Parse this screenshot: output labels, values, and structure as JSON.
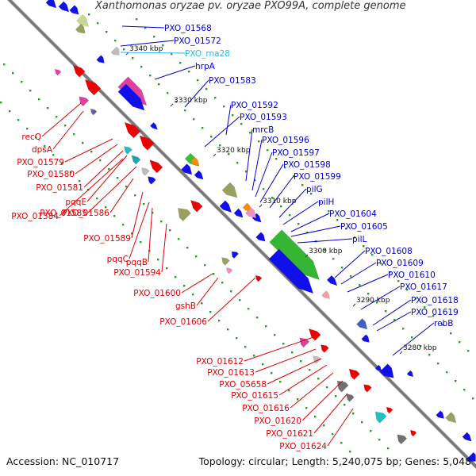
{
  "title": "Xanthomonas oryzae pv. oryzae PXO99A, complete genome",
  "accession": "Accession: NC_010717",
  "topology": "Topology: circular; Length: 5,240,075 bp; Genes: 5,048",
  "colors": {
    "backbone": "#777777",
    "right_label": "#0000cc",
    "left_label": "#e00000",
    "rna_label": "#22bbee",
    "scale_label": "#111111",
    "strand_dots": "#2a9a2a"
  },
  "scale_labels": [
    "3340 kbp",
    "3330 kbp",
    "3320 kbp",
    "3310 kbp",
    "3300 kbp",
    "3290 kbp",
    "3280 kbp"
  ],
  "right_labels": [
    "PXO_01568",
    "PXO_01572",
    "PXO_rna28",
    "hrpA",
    "PXO_01583",
    "PXO_01592",
    "PXO_01593",
    "mrcB",
    "PXO_01596",
    "PXO_01597",
    "PXO_01598",
    "PXO_01599",
    "pilG",
    "pilH",
    "PXO_01604",
    "PXO_01605",
    "pilL",
    "PXO_01608",
    "PXO_01609",
    "PXO_01610",
    "PXO_01617",
    "PXO_01618",
    "PXO_01619",
    "rebB"
  ],
  "left_labels": [
    "recQ",
    "dpsA",
    "PXO_01579",
    "PXO_01580",
    "PXO_01581",
    "pqqE",
    "PXO_01585",
    "PXO_01584",
    "PXO_01586",
    "PXO_01589",
    "pqqC",
    "pqqB",
    "PXO_01594",
    "PXO_01600",
    "gshB",
    "PXO_01606",
    "PXO_01612",
    "PXO_01613",
    "PXO_05658",
    "PXO_01615",
    "PXO_01616",
    "PXO_01620",
    "PXO_01621",
    "PXO_01624"
  ]
}
